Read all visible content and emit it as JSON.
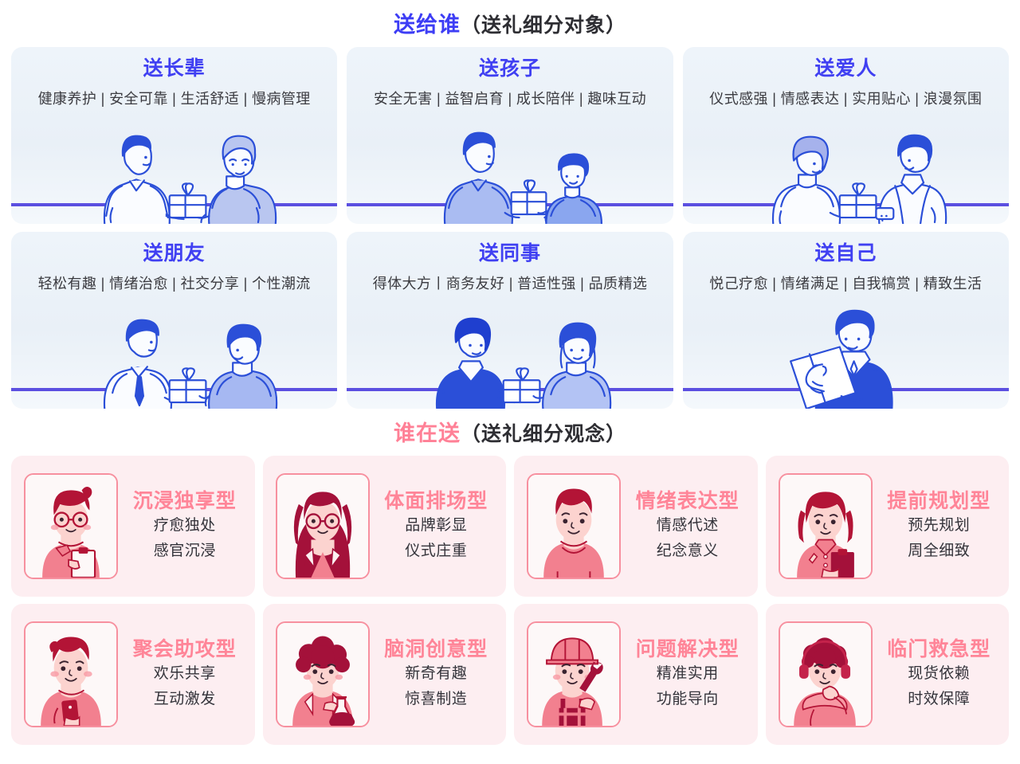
{
  "sections": {
    "who_for": {
      "heading_accent": "送给谁",
      "heading_rest": "（送礼细分对象）",
      "accent_color": "#3d3df5",
      "cards": [
        {
          "title": "送长辈",
          "tags": "健康养护 | 安全可靠 | 生活舒适 | 慢病管理",
          "illustration": "man-giving-gift-to-elderly-woman"
        },
        {
          "title": "送孩子",
          "tags": "安全无害 | 益智启育 | 成长陪伴 | 趣味互动",
          "illustration": "father-giving-gift-to-child"
        },
        {
          "title": "送爱人",
          "tags": "仪式感强 | 情感表达 | 实用贴心 | 浪漫氛围",
          "illustration": "couple-exchanging-gift"
        },
        {
          "title": "送朋友",
          "tags": "轻松有趣 | 情绪治愈 | 社交分享 | 个性潮流",
          "illustration": "two-friends-exchanging-gift"
        },
        {
          "title": "送同事",
          "tags": "得体大方丨商务友好 | 普适性强 | 品质精选",
          "illustration": "two-colleagues-exchanging-gift"
        },
        {
          "title": "送自己",
          "tags": "悦己疗愈 | 情绪满足 | 自我犒赏 | 精致生活",
          "illustration": "man-holding-gift-for-himself"
        }
      ]
    },
    "who_gives": {
      "heading_accent": "谁在送",
      "heading_rest": "（送礼细分观念）",
      "accent_color": "#ff8096",
      "cards": [
        {
          "title": "沉浸独享型",
          "line1": "疗愈独处",
          "line2": "感官沉浸",
          "avatar": "man-with-glasses-and-clipboard"
        },
        {
          "title": "体面排场型",
          "line1": "品牌彰显",
          "line2": "仪式庄重",
          "avatar": "woman-with-glasses-long-hair-blazer"
        },
        {
          "title": "情绪表达型",
          "line1": "情感代述",
          "line2": "纪念意义",
          "avatar": "young-man-in-tshirt"
        },
        {
          "title": "提前规划型",
          "line1": "预先规划",
          "line2": "周全细致",
          "avatar": "woman-bob-hair-with-clipboard"
        },
        {
          "title": "聚会助攻型",
          "line1": "欢乐共享",
          "line2": "互动激发",
          "avatar": "man-holding-smartphone"
        },
        {
          "title": "脑洞创意型",
          "line1": "新奇有趣",
          "line2": "惊喜制造",
          "avatar": "curly-hair-person-with-flask"
        },
        {
          "title": "问题解决型",
          "line1": "精准实用",
          "line2": "功能导向",
          "avatar": "worker-with-helmet-and-wrench"
        },
        {
          "title": "临门救急型",
          "line1": "现货依赖",
          "line2": "时效保障",
          "avatar": "person-with-headphones-and-scarf"
        }
      ]
    }
  },
  "colors": {
    "blue_accent": "#3d3df5",
    "blue_title": "#4040f2",
    "blue_card_bg": "#eaf1f8",
    "ground_line": "#5b4fe0",
    "pink_accent": "#ff8598",
    "pink_card_bg": "#fdeef1",
    "avatar_border": "#f7909f",
    "text_dark": "#33333a"
  }
}
